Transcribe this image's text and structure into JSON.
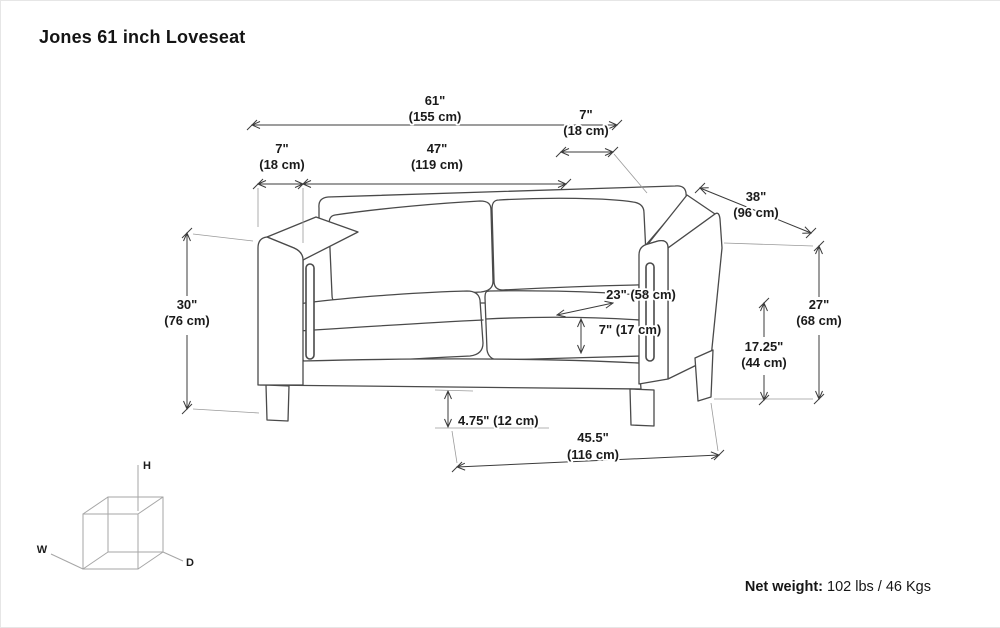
{
  "title": "Jones 61 inch Loveseat",
  "net_weight": {
    "label": "Net weight:",
    "value": " 102 lbs / 46 Kgs"
  },
  "axes": {
    "h": "H",
    "w": "W",
    "d": "D"
  },
  "dims": {
    "overall_width": {
      "in": "61\"",
      "cm": "(155 cm)"
    },
    "arm_right": {
      "in": "7\"",
      "cm": "(18 cm)"
    },
    "arm_left": {
      "in": "7\"",
      "cm": "(18 cm)"
    },
    "seat_width": {
      "in": "47\"",
      "cm": "(119 cm)"
    },
    "depth": {
      "in": "38\"",
      "cm": "(96 cm)"
    },
    "height": {
      "in": "30\"",
      "cm": "(76 cm)"
    },
    "back_height": {
      "in": "27\"",
      "cm": "(68 cm)"
    },
    "seat_height": {
      "in": "17.25\"",
      "cm": "(44 cm)"
    },
    "base_width": {
      "in": "45.5\"",
      "cm": "(116 cm)"
    },
    "seat_depth": {
      "text": "23\" (58 cm)"
    },
    "cushion_thickness": {
      "text": "7\" (17 cm)"
    },
    "base_height": {
      "text": "4.75\" (12 cm)"
    }
  }
}
